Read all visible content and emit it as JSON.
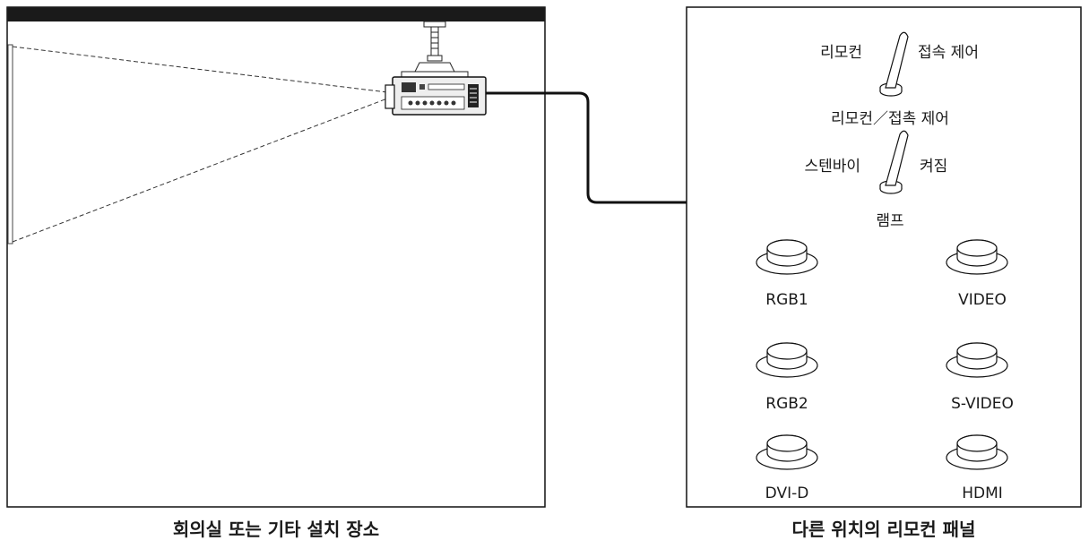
{
  "room_caption": "회의실 또는 기타 설치 장소",
  "panel_caption": "다른 위치의 리모컨 패널",
  "switch1": {
    "left_label": "리모컨",
    "right_label": "접속 제어",
    "bottom_label": "리모컨／접촉 제어"
  },
  "switch2": {
    "left_label": "스텐바이",
    "right_label": "켜짐",
    "bottom_label": "램프"
  },
  "buttons": [
    {
      "label": "RGB1"
    },
    {
      "label": "VIDEO"
    },
    {
      "label": "RGB2"
    },
    {
      "label": "S-VIDEO"
    },
    {
      "label": "DVI-D"
    },
    {
      "label": "HDMI"
    }
  ]
}
